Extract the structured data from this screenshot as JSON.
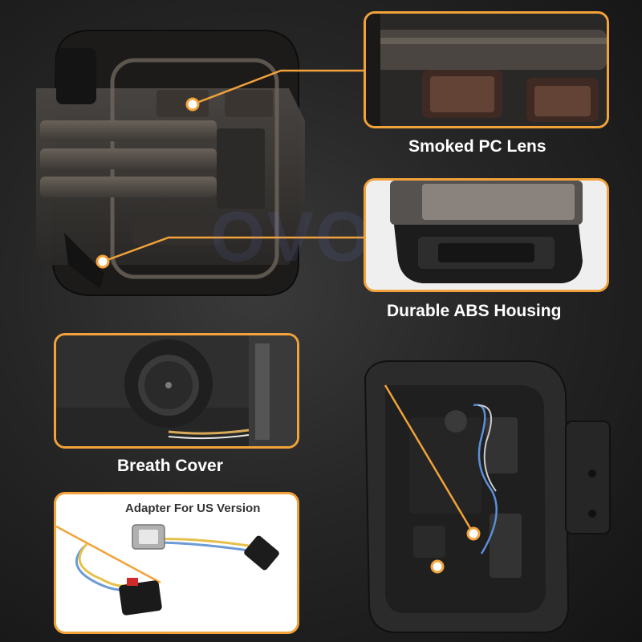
{
  "watermark": "OVOVS",
  "callouts": {
    "lens": "Smoked PC Lens",
    "housing": "Durable ABS Housing",
    "breath": "Breath Cover",
    "adapter": "Adapter For US Version"
  },
  "colors": {
    "accent": "#f2a23a",
    "background": "#1e1e1e",
    "text": "#ffffff"
  }
}
